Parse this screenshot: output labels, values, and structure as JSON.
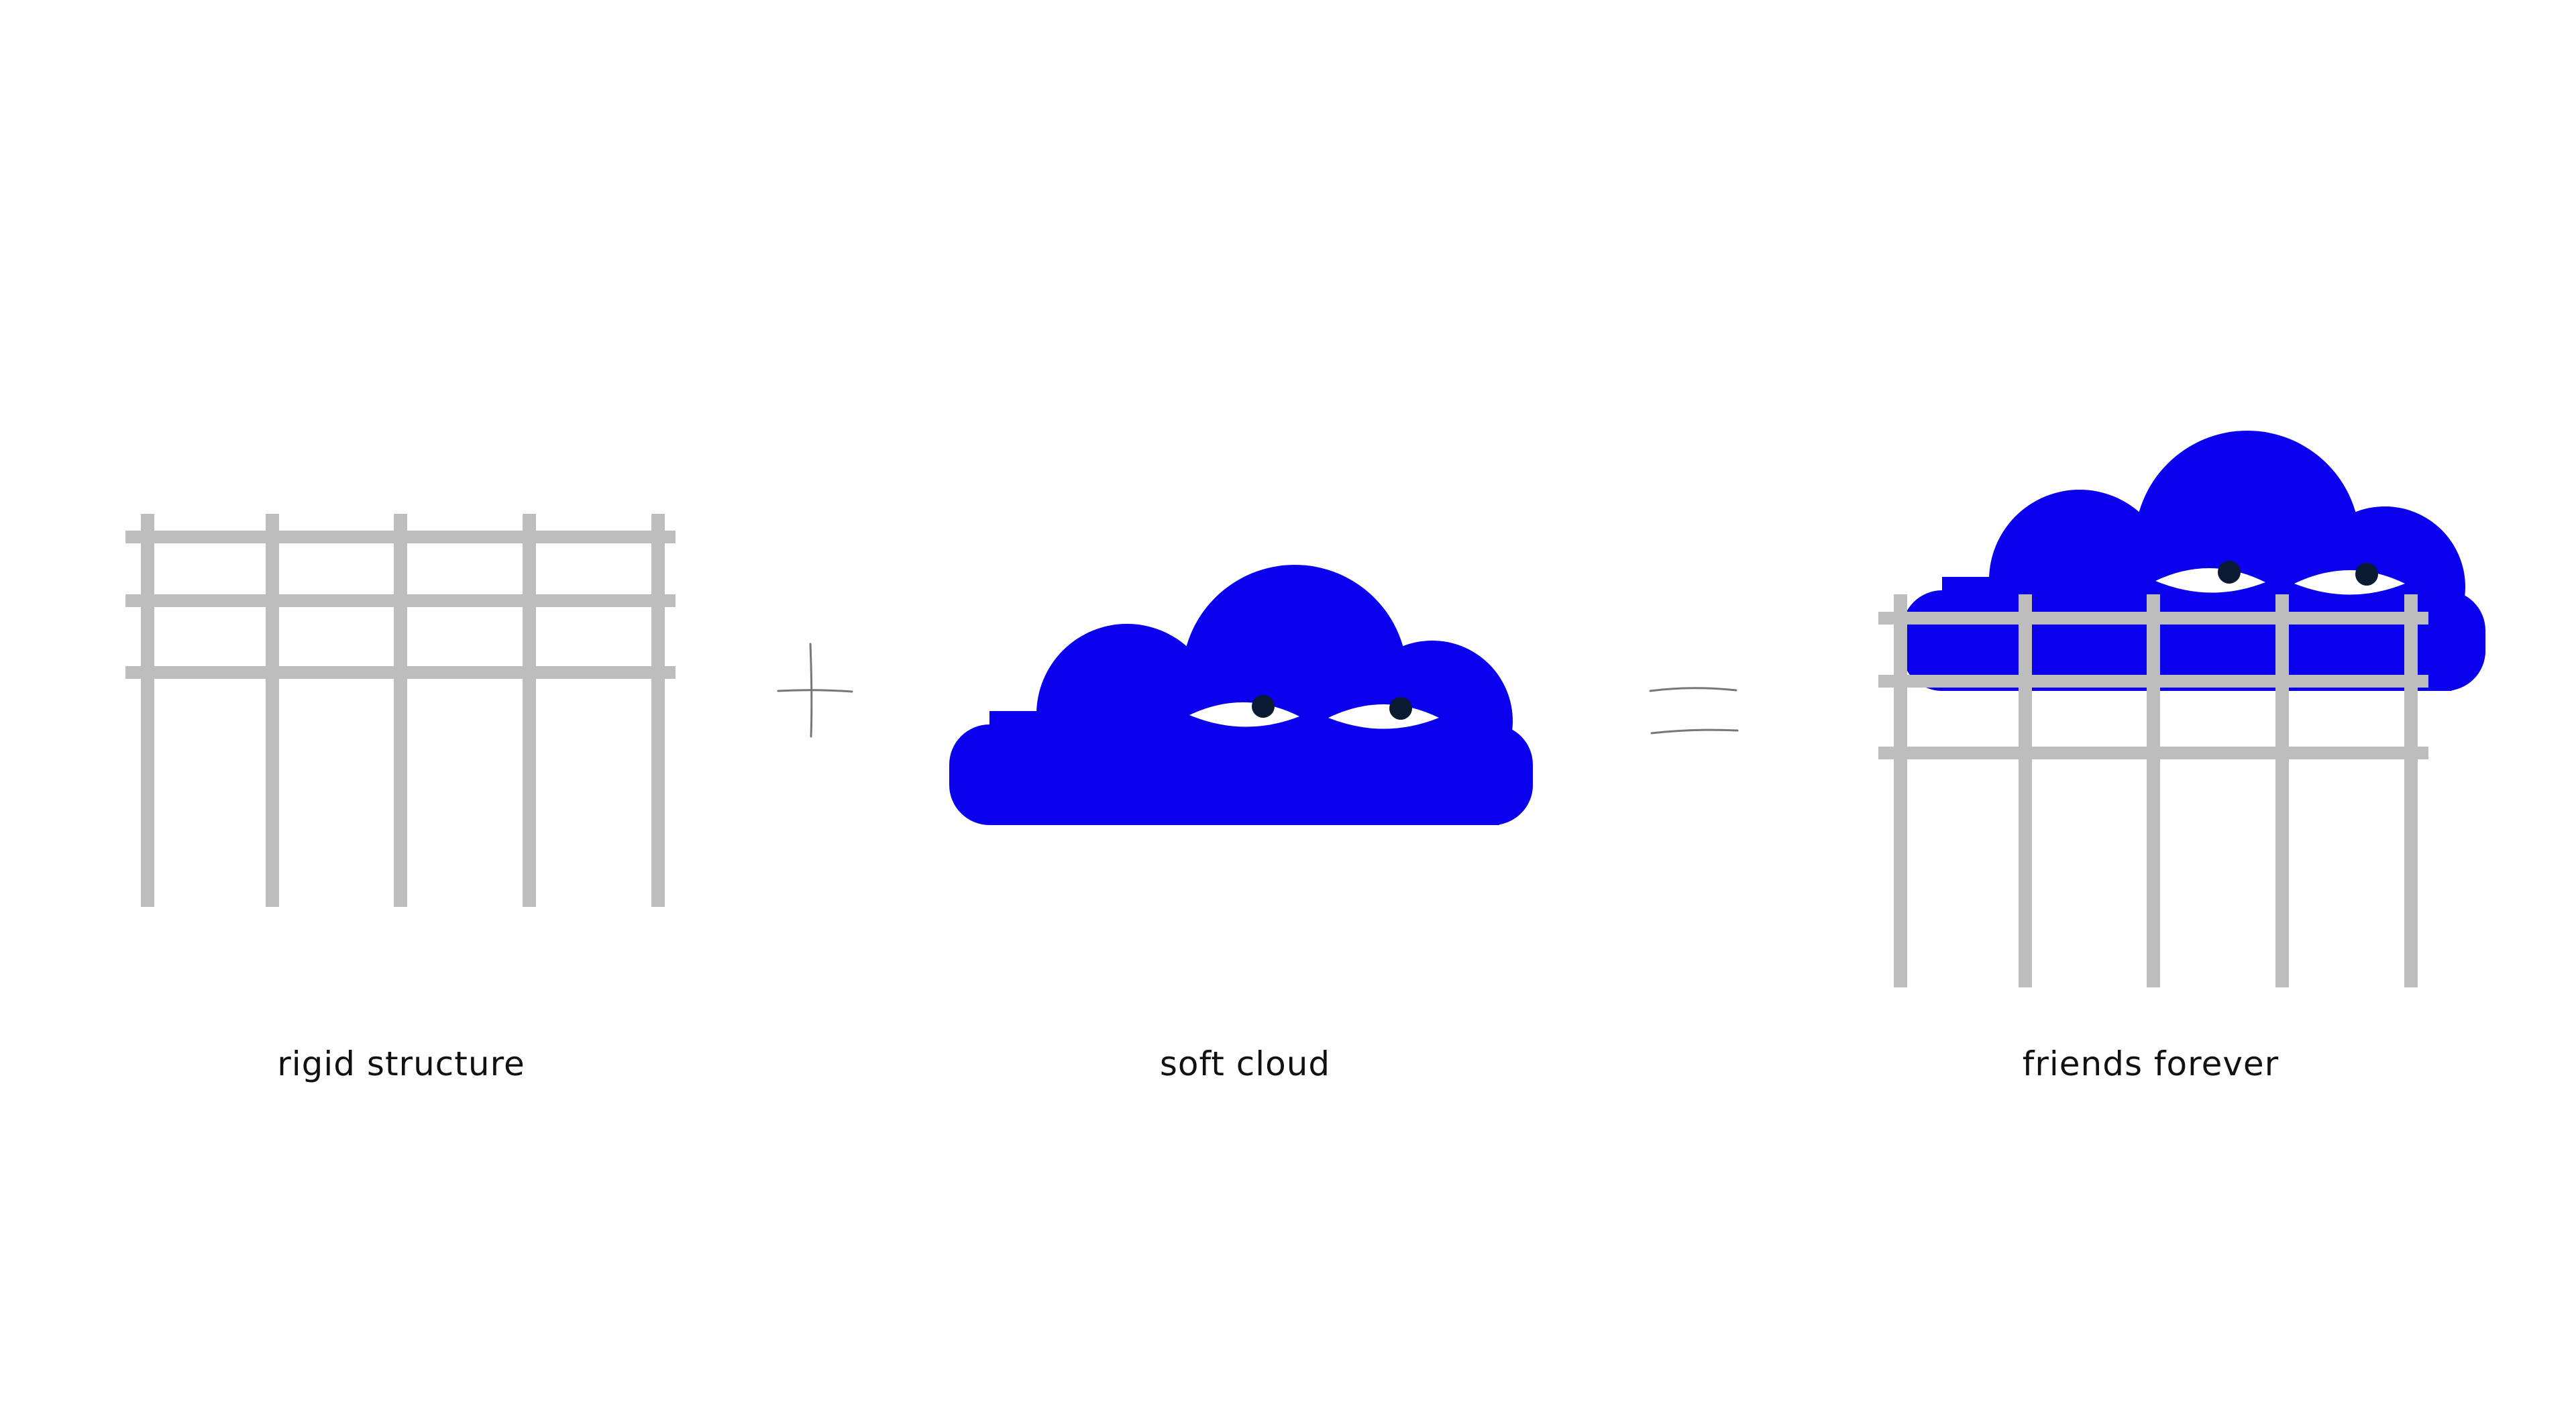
{
  "colors": {
    "background": "#ffffff",
    "cloud": "#0a00ee",
    "scaffold": "#bdbdbd",
    "operator_stroke": "#777777",
    "eye_white": "#ffffff",
    "pupil": "#0b1a33",
    "text": "#111111"
  },
  "captions": {
    "rigid_structure": "rigid structure",
    "soft_cloud": "soft cloud",
    "friends_forever": "friends forever"
  },
  "operators": {
    "plus": "plus-sign",
    "equals": "equals-sign"
  }
}
